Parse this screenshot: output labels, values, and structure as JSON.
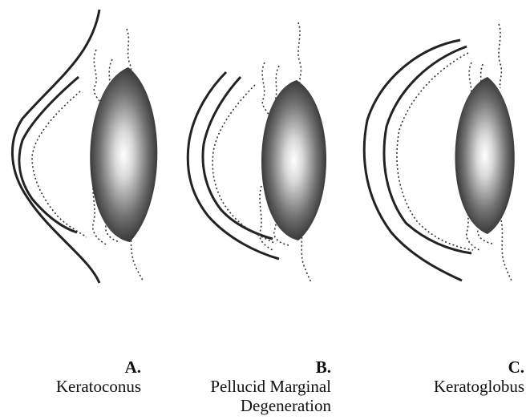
{
  "panels": [
    {
      "letter": "A.",
      "name": "Keratoconus"
    },
    {
      "letter": "B.",
      "name": "Pellucid Marginal Degeneration",
      "name_lines": [
        "Pellucid Marginal",
        "Degeneration"
      ]
    },
    {
      "letter": "C.",
      "name": "Keratoglobus"
    }
  ],
  "colors": {
    "line": "#222222",
    "lens_dark": "#2a2a2a",
    "lens_light": "#ffffff"
  }
}
